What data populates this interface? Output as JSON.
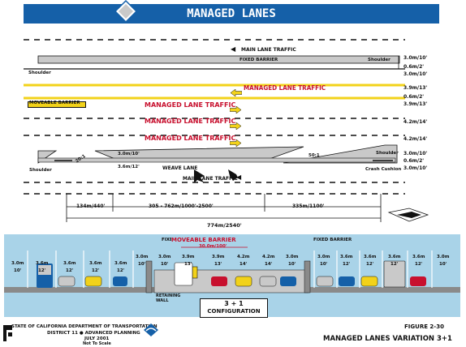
{
  "title": "MANAGED LANES",
  "plan": {
    "main_lane_traffic_top": "MAIN LANE TRAFFIC",
    "fixed_barrier": "FIXED BARRIER",
    "shoulder_right_top": "Shoulder",
    "shoulder_left_top": "Shoulder",
    "managed_lane_traffic_west": "MANAGED LANE TRAFFIC",
    "moveable_barrier": "MOVEABLE BARRIER",
    "managed_lane_traffic_east_1": "MANAGED LANE TRAFFIC",
    "managed_lane_traffic_east_2": "MANAGED LANE TRAFFIC",
    "managed_lane_traffic_east_3": "MANAGED LANE TRAFFIC",
    "gore_left_width": "3.0m/10'",
    "gore_left_width_2": "3.6m/12'",
    "weave_lane": "WEAVE LANE",
    "taper_left": "20:1",
    "taper_right": "50:1",
    "shoulder_bottom_left": "Shoulder",
    "shoulder_bottom_right": "Shoulder",
    "crash_cushion": "Crash Cushion",
    "main_lane_traffic_bottom": "MAIN LANE TRAFFIC",
    "right_dims": [
      "3.0m/10'",
      "0.6m/2'",
      "3.0m/10'",
      "3.9m/13'",
      "0.6m/2'",
      "3.9m/13'",
      "4.2m/14'",
      "4.2m/14'",
      "3.0m/10'",
      "0.6m/2'",
      "3.0m/10'"
    ],
    "length_dims": [
      "134m/440'",
      "305 - 762m/1000'-2500'",
      "335m/1100'"
    ],
    "total_length": "774m/2540'"
  },
  "section": {
    "fixed_barrier_left": "FIXED BARRIER",
    "moveable_barrier": "MOVEABLE BARRIER",
    "moveable_width": "30.0m/100'",
    "fixed_barrier_right": "FIXED BARRIER",
    "left_lanes": [
      {
        "m": "3.0m",
        "ft": "10'"
      },
      {
        "m": "3.6m",
        "ft": "12'"
      },
      {
        "m": "3.6m",
        "ft": "12'"
      },
      {
        "m": "3.6m",
        "ft": "12'"
      },
      {
        "m": "3.6m",
        "ft": "12'"
      },
      {
        "m": "3.0m",
        "ft": "10'"
      }
    ],
    "managed_lanes": [
      {
        "m": "3.0m",
        "ft": "10'"
      },
      {
        "m": "3.9m",
        "ft": "13'"
      },
      {
        "m": "3.9m",
        "ft": "13'"
      },
      {
        "m": "4.2m",
        "ft": "14'"
      },
      {
        "m": "4.2m",
        "ft": "14'"
      },
      {
        "m": "3.0m",
        "ft": "10'"
      }
    ],
    "right_lanes": [
      {
        "m": "3.0m",
        "ft": "10'"
      },
      {
        "m": "3.6m",
        "ft": "12'"
      },
      {
        "m": "3.6m",
        "ft": "12'"
      },
      {
        "m": "3.6m",
        "ft": "12'"
      },
      {
        "m": "3.6m",
        "ft": "12'"
      },
      {
        "m": "3.0m",
        "ft": "10'"
      }
    ],
    "retaining_wall": "RETAINING\nWALL",
    "config_line1": "3 + 1",
    "config_line2": "CONFIGURATION"
  },
  "footer": {
    "agency_line1": "STATE OF CALIFORNIA DEPARTMENT OF TRANSPORTATION",
    "agency_line2": "DISTRICT 11  ●  ADVANCED PLANNING",
    "date": "JULY 2001",
    "scale": "Not To Scale",
    "figure_number": "FIGURE 2-30",
    "figure_title": "MANAGED LANES VARIATION 3+1"
  },
  "colors": {
    "title_bar": "#1560a8",
    "managed_red": "#c8102e",
    "arrow_yellow": "#f2d21a",
    "section_bg": "#a9d3e8",
    "gore_gray": "#c9c9c9"
  }
}
